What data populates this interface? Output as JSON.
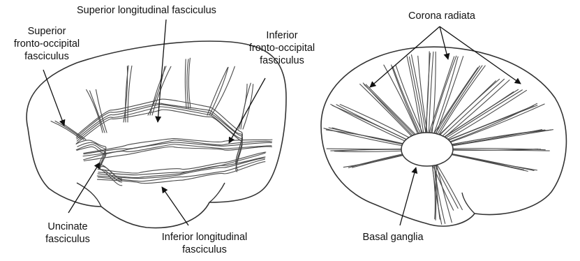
{
  "left_panel": {
    "labels": {
      "superior_longitudinal": "Superior longitudinal fasciculus",
      "superior_fronto_occipital": [
        "Superior",
        "fronto-occipital",
        "fasciculus"
      ],
      "inferior_fronto_occipital": [
        "Inferior",
        "fronto-occipital",
        "fasciculus"
      ],
      "uncinate": [
        "Uncinate",
        "fasciculus"
      ],
      "inferior_longitudinal": [
        "Inferior longitudinal",
        "fasciculus"
      ]
    }
  },
  "right_panel": {
    "labels": {
      "corona_radiata": "Corona radiata",
      "basal_ganglia": "Basal ganglia"
    }
  },
  "colors": {
    "outline": "#333333",
    "fiber": "#4a4a4a",
    "text": "#111111"
  }
}
